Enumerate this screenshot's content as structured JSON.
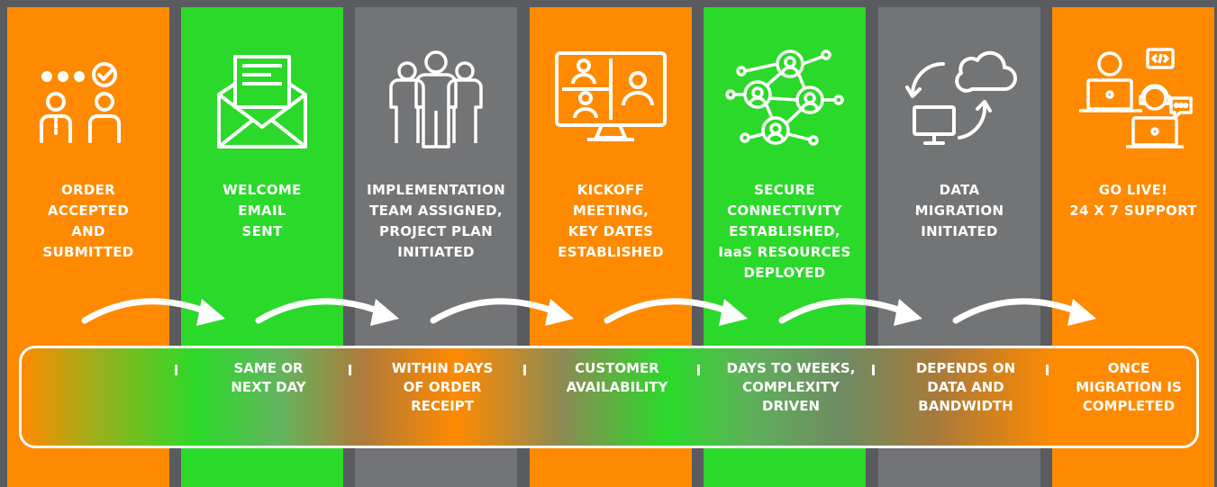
{
  "colors": {
    "orange": "#ff8a00",
    "green": "#2bd92a",
    "gray": "#737476",
    "background": "#5a5b5e",
    "text": "#ffffff"
  },
  "stages": [
    {
      "label": "ORDER\nACCEPTED\nAND\nSUBMITTED",
      "icon": "people-checkmark-icon",
      "color": "orange"
    },
    {
      "label": "WELCOME\nEMAIL\nSENT",
      "icon": "envelope-email-icon",
      "color": "green"
    },
    {
      "label": "IMPLEMENTATION\nTEAM ASSIGNED,\nPROJECT PLAN\nINITIATED",
      "icon": "team-group-icon",
      "color": "gray"
    },
    {
      "label": "KICKOFF\nMEETING,\nKEY DATES\nESTABLISHED",
      "icon": "video-conference-icon",
      "color": "orange"
    },
    {
      "label": "SECURE\nCONNECTIVITY\nESTABLISHED,\nIaaS RESOURCES\nDEPLOYED",
      "icon": "network-connectivity-icon",
      "color": "green"
    },
    {
      "label": "DATA\nMIGRATION\nINITIATED",
      "icon": "cloud-migration-icon",
      "color": "gray"
    },
    {
      "label": "GO LIVE!\n24 X 7 SUPPORT",
      "icon": "support-agents-icon",
      "color": "orange"
    }
  ],
  "timeline": [
    "SAME OR\nNEXT DAY",
    "WITHIN DAYS\nOF ORDER\nRECEIPT",
    "CUSTOMER\nAVAILABILITY",
    "DAYS TO WEEKS,\nCOMPLEXITY\nDRIVEN",
    "DEPENDS ON\nDATA AND\nBANDWIDTH",
    "ONCE\nMIGRATION IS\nCOMPLETED"
  ]
}
